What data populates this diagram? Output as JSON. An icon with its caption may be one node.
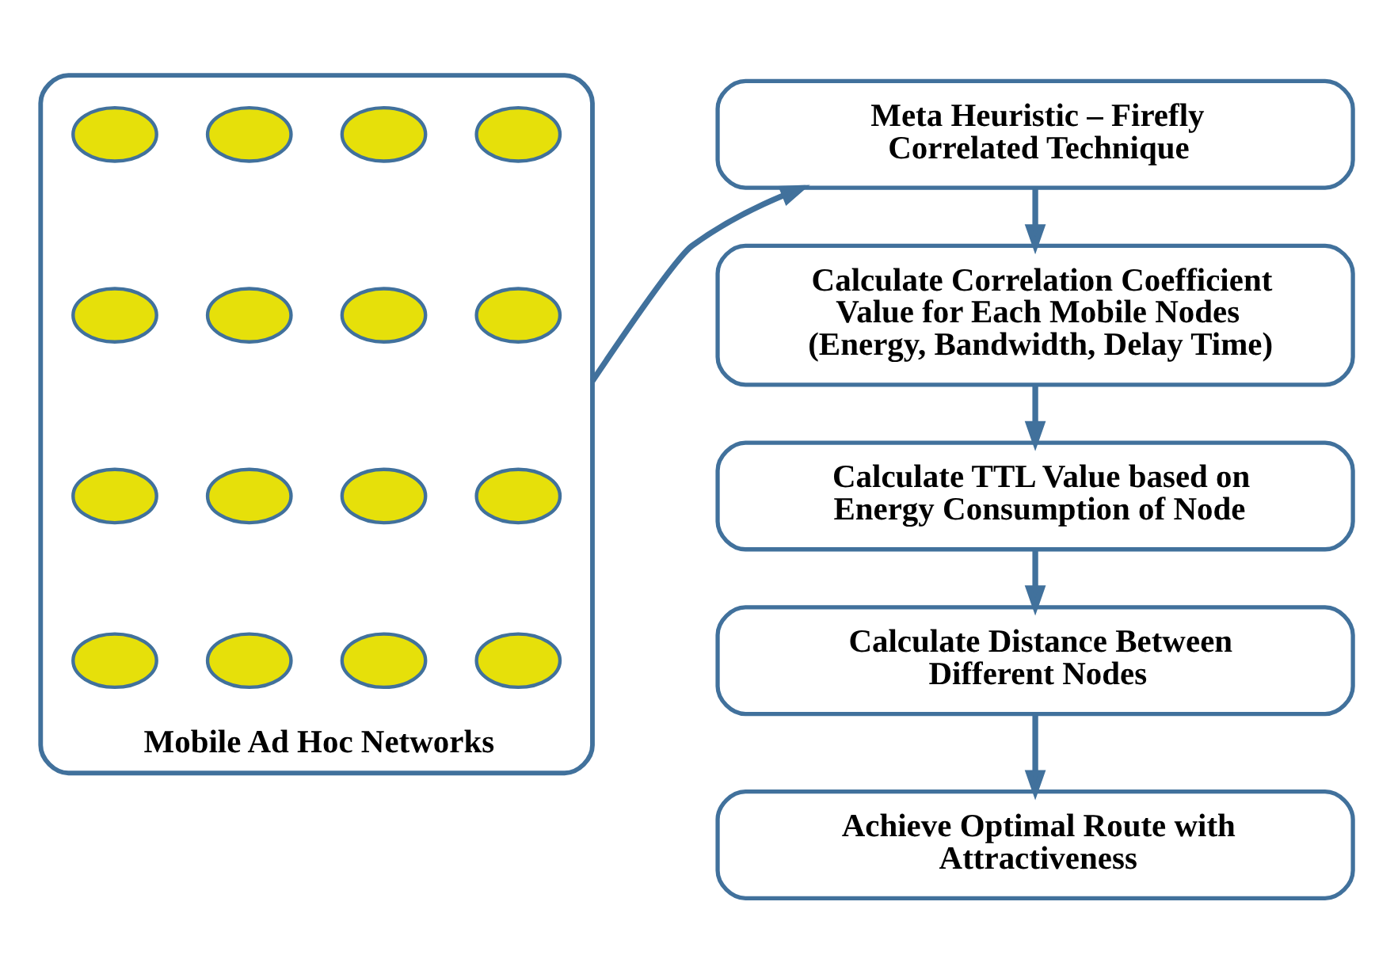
{
  "diagram": {
    "nodes": [
      {
        "text": [
          "Mobile Ad Hoc Networks"
        ]
      },
      {
        "text": [],
        "shape": "ellipse",
        "in": 0
      },
      {
        "text": [],
        "shape": "ellipse",
        "in": 0
      },
      {
        "text": [],
        "shape": "ellipse",
        "in": 0
      },
      {
        "text": [],
        "shape": "ellipse",
        "in": 0
      },
      {
        "text": [],
        "shape": "ellipse",
        "in": 0
      },
      {
        "text": [],
        "shape": "ellipse",
        "in": 0
      },
      {
        "text": [],
        "shape": "ellipse",
        "in": 0
      },
      {
        "text": [],
        "shape": "ellipse",
        "in": 0
      },
      {
        "text": [],
        "shape": "ellipse",
        "in": 0
      },
      {
        "text": [],
        "shape": "ellipse",
        "in": 0
      },
      {
        "text": [],
        "shape": "ellipse",
        "in": 0
      },
      {
        "text": [],
        "shape": "ellipse",
        "in": 0
      },
      {
        "text": [],
        "shape": "ellipse",
        "in": 0
      },
      {
        "text": [],
        "shape": "ellipse",
        "in": 0
      },
      {
        "text": [],
        "shape": "ellipse",
        "in": 0
      },
      {
        "text": [],
        "shape": "ellipse",
        "in": 0
      },
      {
        "text": [
          "Meta Heuristic – Firefly Correlated Technique"
        ]
      },
      {
        "text": [
          "Calculate Correlation Coefficient Value for Each Mobile Nodes (Energy, Bandwidth, Delay Time)"
        ]
      },
      {
        "text": [
          "Calculate TTL Value based on Energy Consumption of Node"
        ]
      },
      {
        "text": [
          "Calculate Distance Between Different Nodes"
        ]
      },
      {
        "text": [
          "Achieve Optimal Route with Attractiveness"
        ]
      }
    ],
    "edges": [
      {
        "from": 0,
        "to": 17,
        "arrow": "to"
      },
      {
        "from": 17,
        "to": 18,
        "arrow": "to"
      },
      {
        "from": 18,
        "to": 19,
        "arrow": "to"
      },
      {
        "from": 19,
        "to": 20,
        "arrow": "to"
      },
      {
        "from": 20,
        "to": 21,
        "arrow": "to"
      }
    ]
  }
}
